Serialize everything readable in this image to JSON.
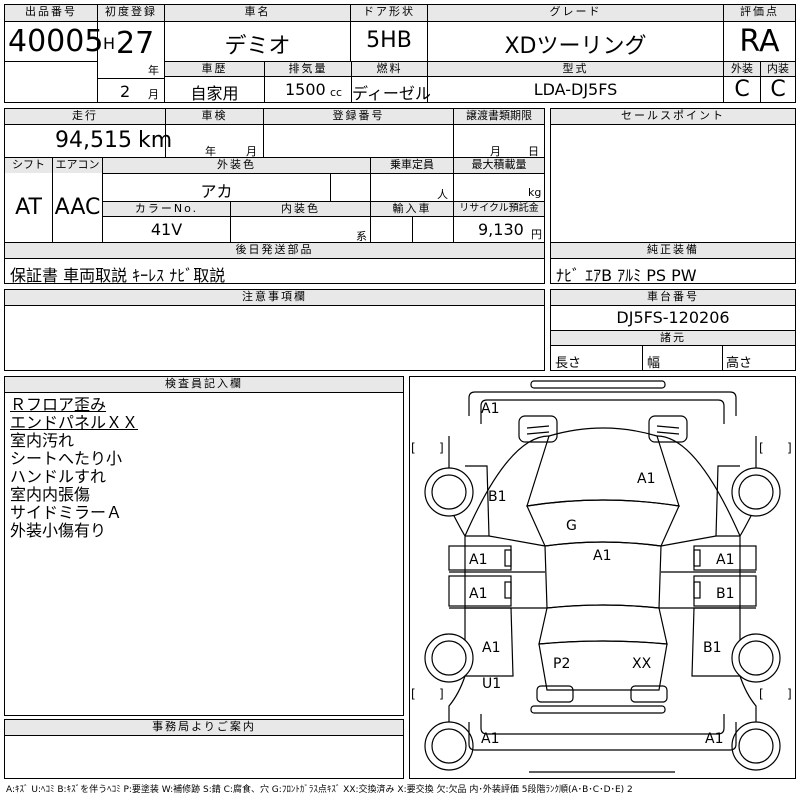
{
  "header": {
    "lot_label": "出品番号",
    "lot_number": "40005",
    "first_reg_label": "初度登録",
    "era": "H",
    "year": "27",
    "year_unit": "年",
    "month": "2",
    "month_unit": "月",
    "car_name_label": "車名",
    "car_name": "デミオ",
    "door_label": "ドア形状",
    "door": "5HB",
    "grade_label": "グレード",
    "grade": "XDツーリング",
    "score_label": "評価点",
    "score": "RA",
    "history_label": "車歴",
    "history": "自家用",
    "displacement_label": "排気量",
    "displacement": "1500",
    "displacement_unit": "cc",
    "fuel_label": "燃料",
    "fuel": "ディーゼル",
    "model_label": "型式",
    "model": "LDA-DJ5FS",
    "exterior_label": "外装",
    "exterior": "C",
    "interior_label": "内装",
    "interior": "C"
  },
  "specs": {
    "mileage_label": "走行",
    "mileage": "94,515",
    "mileage_unit": "km",
    "inspection_label": "車検",
    "inspection_year_unit": "年",
    "inspection_month_unit": "月",
    "reg_no_label": "登録番号",
    "transfer_label": "譲渡書類期限",
    "transfer_month_unit": "月",
    "transfer_day_unit": "日",
    "shift_label": "シフト",
    "shift": "AT",
    "ac_label": "エアコン",
    "ac": "AAC",
    "ext_color_label": "外装色",
    "ext_color": "アカ",
    "capacity_label": "乗車定員",
    "capacity_unit": "人",
    "max_load_label": "最大積載量",
    "max_load_unit": "kg",
    "color_no_label": "カラーNo.",
    "color_no": "41V",
    "int_color_label": "内装色",
    "int_color_unit": "系",
    "import_label": "輸入車",
    "recycle_label": "リサイクル預託金",
    "recycle": "9,130",
    "recycle_unit": "円"
  },
  "sales_point_label": "セールスポイント",
  "later_parts": {
    "label": "後日発送部品",
    "value": "保証書 車両取説 ｷｰﾚｽ ﾅﾋﾞ取説"
  },
  "genuine": {
    "label": "純正装備",
    "value": "ﾅﾋﾞ ｴｱB ｱﾙﾐ PS PW"
  },
  "notes_label": "注意事項欄",
  "chassis": {
    "label": "車台番号",
    "value": "DJ5FS-120206"
  },
  "dims": {
    "label": "諸元",
    "length": "長さ",
    "width": "幅",
    "height": "高さ"
  },
  "inspector": {
    "label": "検査員記入欄",
    "remarks": [
      "Ｒフロア歪み",
      "エンドパネルＸＸ",
      "室内汚れ",
      "シートへたり小",
      "ハンドルすれ",
      "室内内張傷",
      "サイドミラーＡ",
      "外装小傷有り"
    ]
  },
  "office_label": "事務局よりご案内",
  "damage_marks": [
    {
      "id": "front-bumper",
      "text": "A1"
    },
    {
      "id": "left-front-fender",
      "text": "B1"
    },
    {
      "id": "bonnet",
      "text": "A1"
    },
    {
      "id": "windshield",
      "text": "G"
    },
    {
      "id": "roof",
      "text": "A1"
    },
    {
      "id": "left-front-door-upper",
      "text": "A1"
    },
    {
      "id": "right-front-door",
      "text": "A1"
    },
    {
      "id": "left-front-door-lower",
      "text": "A1"
    },
    {
      "id": "right-rear-door",
      "text": "B1"
    },
    {
      "id": "left-rear-door",
      "text": "A1"
    },
    {
      "id": "right-quarter",
      "text": "B1"
    },
    {
      "id": "rear-glass",
      "text": "P2"
    },
    {
      "id": "trunk",
      "text": "XX"
    },
    {
      "id": "left-rear",
      "text": "U1"
    },
    {
      "id": "rear-bumper-left",
      "text": "A1"
    },
    {
      "id": "rear-bumper-right",
      "text": "A1"
    }
  ],
  "legend": "A:ｷｽﾞ U:ﾍｺﾐ B:ｷｽﾞを伴うﾍｺﾐ P:要塗装 W:補修跡 S:錆 C:腐食、穴 G:ﾌﾛﾝﾄｶﾞﾗｽ点ｷｽﾞ XX:交換済み X:要交換 欠:欠品 内･外装評価 5段階ﾗﾝｸ順(A･B･C･D･E) 2"
}
